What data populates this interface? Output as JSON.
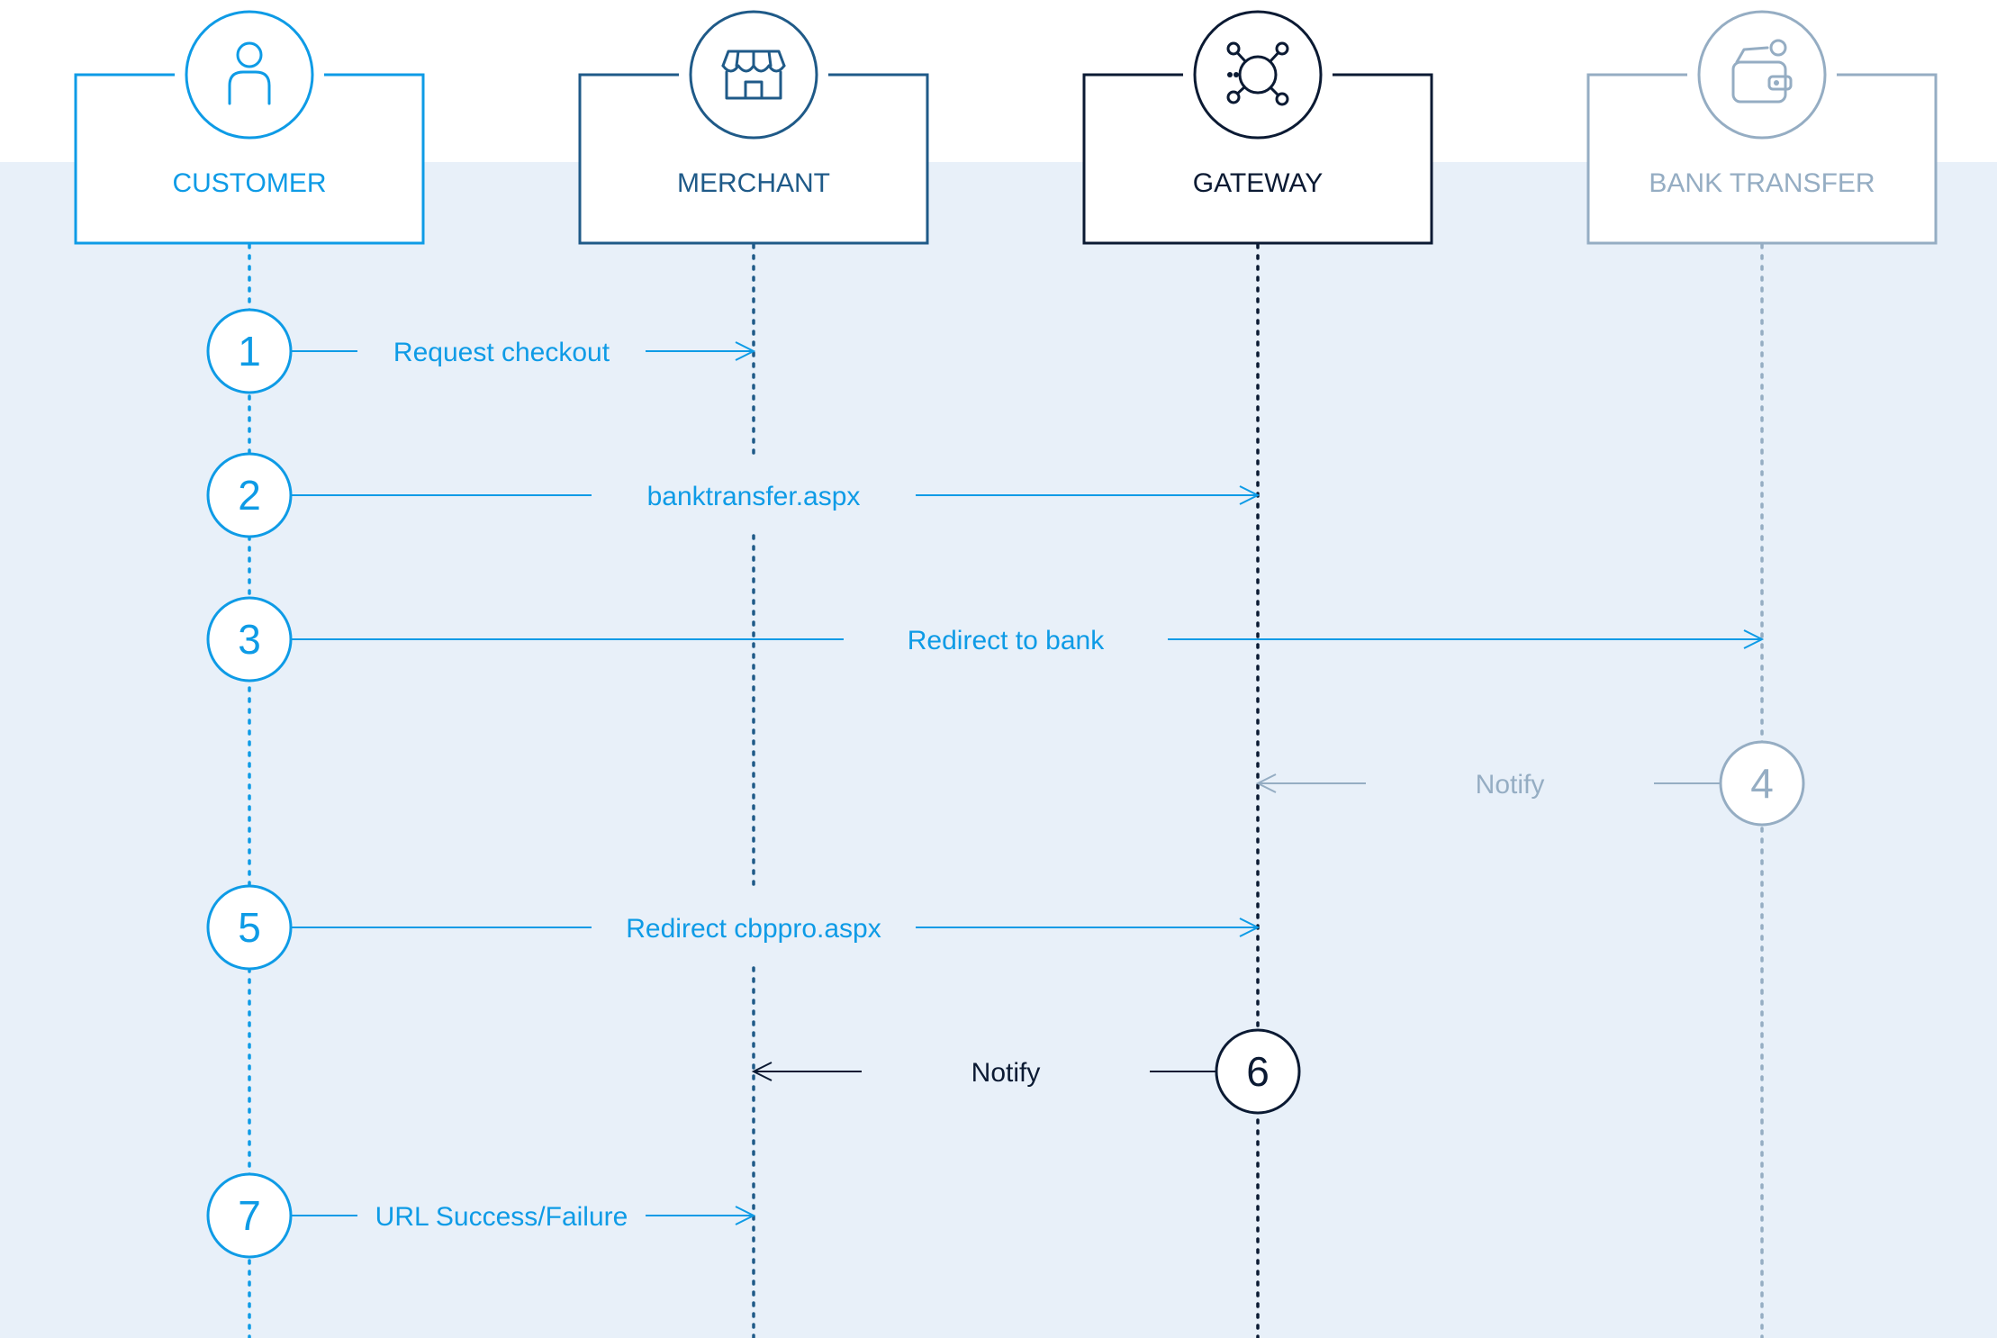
{
  "colors": {
    "customer": "#0e9be6",
    "merchant": "#1f5a88",
    "gateway": "#0b1a33",
    "bank": "#95adc3",
    "panel": "#e8f0f9"
  },
  "actors": [
    {
      "id": "customer",
      "title": "CUSTOMER",
      "icon": "user-icon"
    },
    {
      "id": "merchant",
      "title": "MERCHANT",
      "icon": "storefront-icon"
    },
    {
      "id": "gateway",
      "title": "GATEWAY",
      "icon": "network-hub-icon"
    },
    {
      "id": "bank",
      "title": "BANK TRANSFER",
      "icon": "wallet-icon"
    }
  ],
  "steps": [
    {
      "num": "1",
      "label": "Request checkout",
      "from": "customer",
      "to": "merchant"
    },
    {
      "num": "2",
      "label": "banktransfer.aspx",
      "from": "customer",
      "to": "gateway"
    },
    {
      "num": "3",
      "label": "Redirect to bank",
      "from": "customer",
      "to": "bank"
    },
    {
      "num": "4",
      "label": "Notify",
      "from": "bank",
      "to": "gateway"
    },
    {
      "num": "5",
      "label": "Redirect cbppro.aspx",
      "from": "customer",
      "to": "gateway"
    },
    {
      "num": "6",
      "label": "Notify",
      "from": "gateway",
      "to": "merchant"
    },
    {
      "num": "7",
      "label": "URL Success/Failure",
      "from": "customer",
      "to": "merchant"
    }
  ]
}
